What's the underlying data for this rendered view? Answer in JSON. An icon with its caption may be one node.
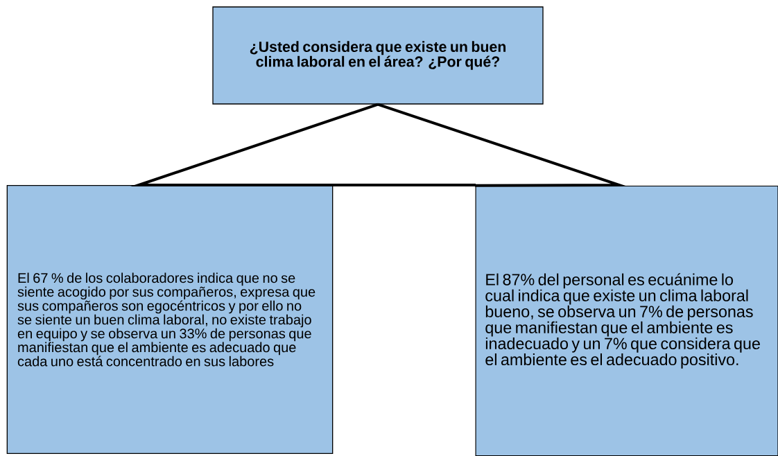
{
  "diagram": {
    "nodes": [
      {
        "text": [
          "¿Usted considera que existe un buen clima laboral en el área? ¿Por qué?"
        ]
      },
      {
        "text": [
          "El 67 % de los colaboradores indica que no se siente acogido por sus compañeros, expresa que sus compañeros son egocéntricos y por ello no se siente un buen clima laboral, no existe trabajo en equipo y se observa un 33% de personas que manifiestan que el ambiente es adecuado que cada uno está concentrado en sus labores"
        ]
      },
      {
        "text": [
          "El 87% del personal es ecuánime lo cual indica que existe un clima laboral bueno, se observa un 7% de personas que manifiestan que el ambiente es inadecuado y un 7% que considera que el ambiente es el adecuado positivo."
        ]
      }
    ],
    "edges": [
      {
        "from": 0,
        "to": 1,
        "arrow": "none"
      },
      {
        "from": 0,
        "to": 2,
        "arrow": "none"
      }
    ]
  }
}
